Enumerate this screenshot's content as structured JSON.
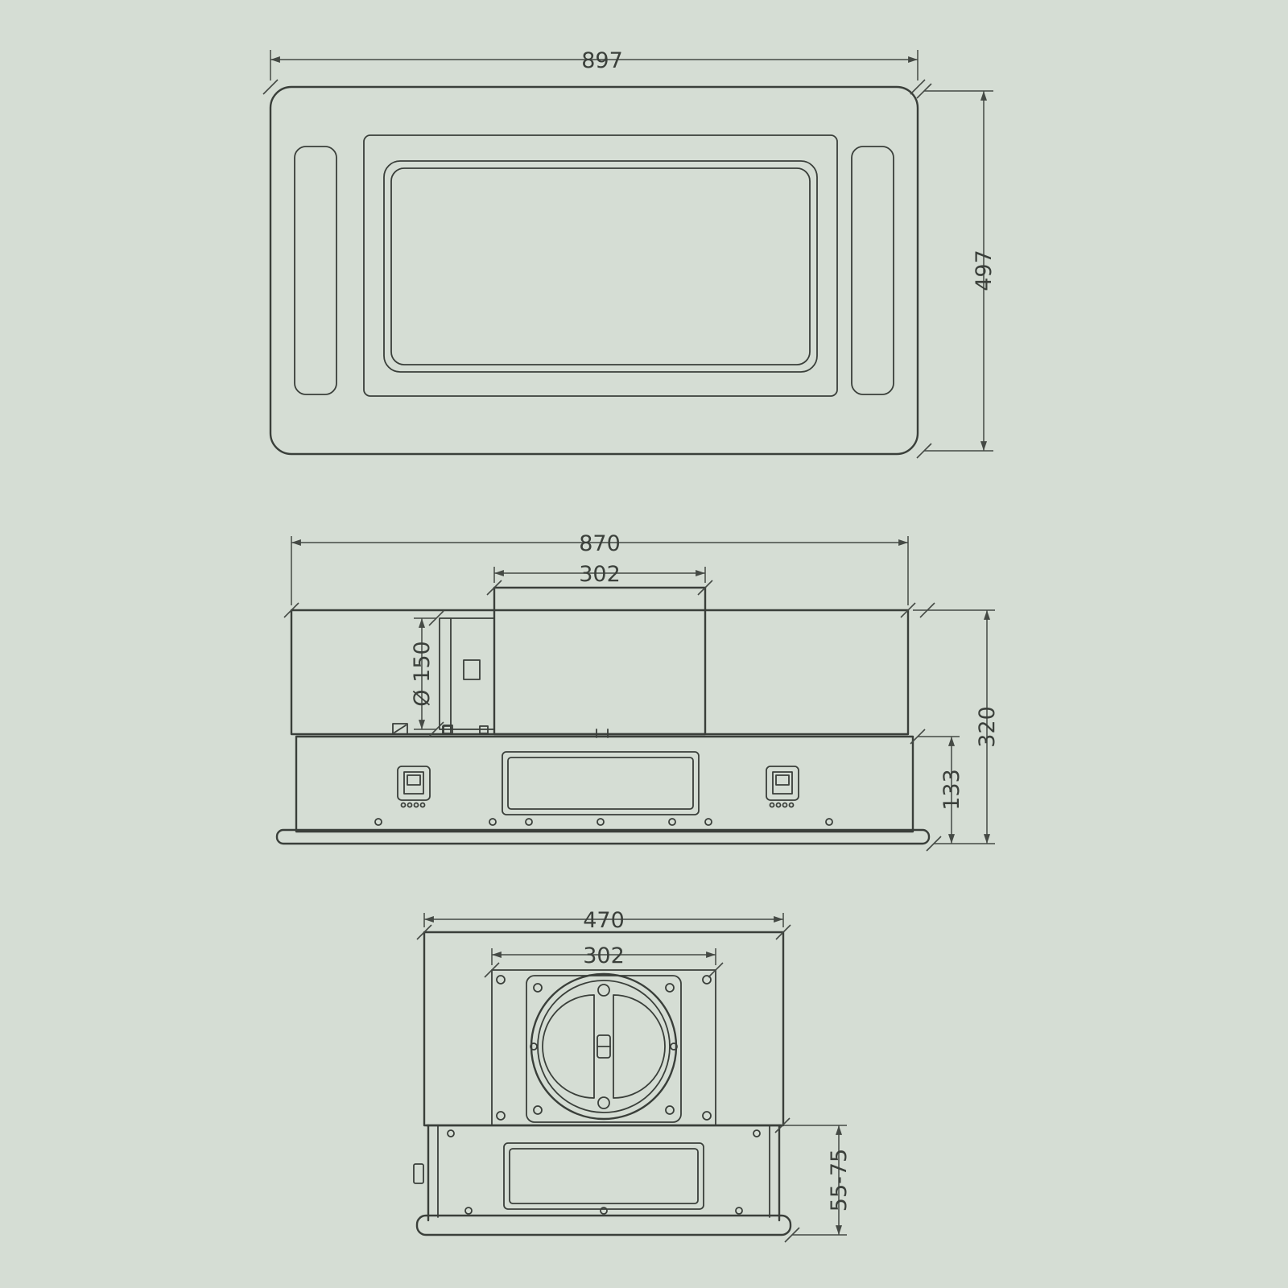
{
  "colors": {
    "background": "#d5ddd4",
    "line": "#3a3f3a",
    "dimension": "#454a45",
    "text": "#3b403b"
  },
  "dimensions": {
    "top_view": {
      "width": "897",
      "depth": "497"
    },
    "front_view": {
      "width": "870",
      "duct_box_width": "302",
      "duct_diameter": "Ø 150",
      "overall_height": "320",
      "body_height": "133"
    },
    "side_view": {
      "depth": "470",
      "duct_housing_depth": "302",
      "adjustable_height": "55-75"
    }
  }
}
